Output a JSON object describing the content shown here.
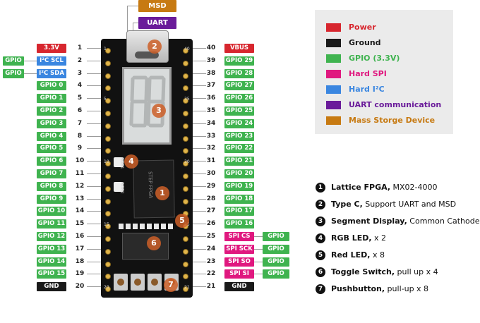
{
  "top_tags": {
    "msd": "MSD",
    "uart": "UART"
  },
  "left_pins": [
    {
      "num": "1",
      "label": "3.3V",
      "color": "r",
      "extra": ""
    },
    {
      "num": "2",
      "label": "GPIO",
      "color": "g",
      "extra": "I²C SCL"
    },
    {
      "num": "3",
      "label": "GPIO",
      "color": "g",
      "extra": "I²C SDA"
    },
    {
      "num": "4",
      "label": "GPIO 0",
      "color": "g",
      "extra": ""
    },
    {
      "num": "5",
      "label": "GPIO 1",
      "color": "g",
      "extra": ""
    },
    {
      "num": "6",
      "label": "GPIO 2",
      "color": "g",
      "extra": ""
    },
    {
      "num": "7",
      "label": "GPIO 3",
      "color": "g",
      "extra": ""
    },
    {
      "num": "8",
      "label": "GPIO 4",
      "color": "g",
      "extra": ""
    },
    {
      "num": "9",
      "label": "GPIO 5",
      "color": "g",
      "extra": ""
    },
    {
      "num": "10",
      "label": "GPIO 6",
      "color": "g",
      "extra": ""
    },
    {
      "num": "11",
      "label": "GPIO 7",
      "color": "g",
      "extra": ""
    },
    {
      "num": "12",
      "label": "GPIO 8",
      "color": "g",
      "extra": ""
    },
    {
      "num": "13",
      "label": "GPIO 9",
      "color": "g",
      "extra": ""
    },
    {
      "num": "14",
      "label": "GPIO 10",
      "color": "g",
      "extra": ""
    },
    {
      "num": "15",
      "label": "GPIO 11",
      "color": "g",
      "extra": ""
    },
    {
      "num": "16",
      "label": "GPIO 12",
      "color": "g",
      "extra": ""
    },
    {
      "num": "17",
      "label": "GPIO 13",
      "color": "g",
      "extra": ""
    },
    {
      "num": "18",
      "label": "GPIO 14",
      "color": "g",
      "extra": ""
    },
    {
      "num": "19",
      "label": "GPIO 15",
      "color": "g",
      "extra": ""
    },
    {
      "num": "20",
      "label": "GND",
      "color": "k",
      "extra": ""
    }
  ],
  "right_pins": [
    {
      "num": "40",
      "label": "VBUS",
      "color": "r",
      "extra": ""
    },
    {
      "num": "39",
      "label": "GPIO 29",
      "color": "g",
      "extra": ""
    },
    {
      "num": "38",
      "label": "GPIO 28",
      "color": "g",
      "extra": ""
    },
    {
      "num": "37",
      "label": "GPIO 27",
      "color": "g",
      "extra": ""
    },
    {
      "num": "36",
      "label": "GPIO 26",
      "color": "g",
      "extra": ""
    },
    {
      "num": "35",
      "label": "GPIO 25",
      "color": "g",
      "extra": ""
    },
    {
      "num": "34",
      "label": "GPIO 24",
      "color": "g",
      "extra": ""
    },
    {
      "num": "33",
      "label": "GPIO 23",
      "color": "g",
      "extra": ""
    },
    {
      "num": "32",
      "label": "GPIO 22",
      "color": "g",
      "extra": ""
    },
    {
      "num": "31",
      "label": "GPIO 21",
      "color": "g",
      "extra": ""
    },
    {
      "num": "30",
      "label": "GPIO 20",
      "color": "g",
      "extra": ""
    },
    {
      "num": "29",
      "label": "GPIO 19",
      "color": "g",
      "extra": ""
    },
    {
      "num": "28",
      "label": "GPIO 18",
      "color": "g",
      "extra": ""
    },
    {
      "num": "27",
      "label": "GPIO 17",
      "color": "g",
      "extra": ""
    },
    {
      "num": "26",
      "label": "GPIO 16",
      "color": "g",
      "extra": ""
    },
    {
      "num": "25",
      "label": "SPI CS",
      "color": "p",
      "extra": "GPIO"
    },
    {
      "num": "24",
      "label": "SPI SCK",
      "color": "p",
      "extra": "GPIO"
    },
    {
      "num": "23",
      "label": "SPI SO",
      "color": "p",
      "extra": "GPIO"
    },
    {
      "num": "22",
      "label": "SPI SI",
      "color": "p",
      "extra": "GPIO"
    },
    {
      "num": "21",
      "label": "GND",
      "color": "k",
      "extra": ""
    }
  ],
  "legend": [
    {
      "label": "Power",
      "color": "#d7262e"
    },
    {
      "label": "Ground",
      "color": "#1a1a1a"
    },
    {
      "label": "GPIO (3.3V)",
      "color": "#3fb34f"
    },
    {
      "label": "Hard SPI",
      "color": "#e0187f"
    },
    {
      "label": "Hard I²C",
      "color": "#3a86e0"
    },
    {
      "label": "UART communication",
      "color": "#6a1b9a"
    },
    {
      "label": "Mass Storge Device",
      "color": "#c77a12"
    }
  ],
  "features": [
    {
      "n": "1",
      "bold": "Lattice FPGA,",
      "rest": " MX02-4000"
    },
    {
      "n": "2",
      "bold": "Type C,",
      "rest": " Support UART and MSD"
    },
    {
      "n": "3",
      "bold": "Segment Display,",
      "rest": " Common Cathode x 2"
    },
    {
      "n": "4",
      "bold": "RGB LED,",
      "rest": " x 2"
    },
    {
      "n": "5",
      "bold": "Red LED,",
      "rest": " x 8"
    },
    {
      "n": "6",
      "bold": "Toggle Switch,",
      "rest": " pull up x 4"
    },
    {
      "n": "7",
      "bold": "Pushbutton,",
      "rest": " pull-up x 8"
    }
  ],
  "board": {
    "chip_text": "STEP FPGA",
    "rgb1": "RGB1",
    "rgb2": "RGB2",
    "silk_left": [
      "1",
      "5",
      "10",
      "15",
      "20"
    ],
    "silk_right": [
      "40",
      "35",
      "30",
      "25",
      "21"
    ],
    "markers": [
      "1",
      "2",
      "3",
      "4",
      "5",
      "6",
      "7"
    ]
  }
}
